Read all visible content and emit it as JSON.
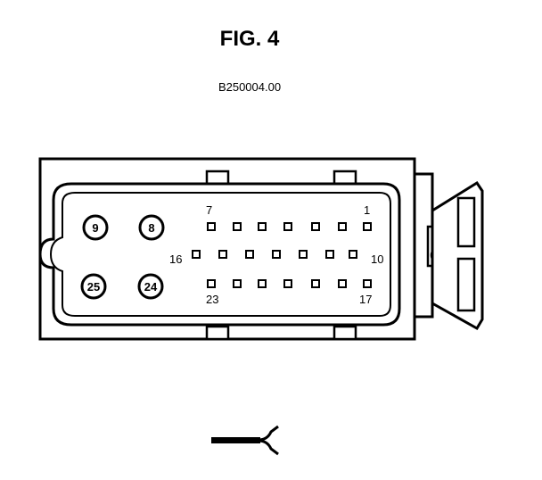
{
  "figure": {
    "title": "FIG. 4",
    "code": "B250004.00"
  },
  "connector": {
    "large_pins": [
      "9",
      "8",
      "25",
      "24"
    ],
    "row_labels": {
      "top_left": "7",
      "top_right": "1",
      "middle_left": "16",
      "middle_right": "10",
      "bottom_left": "23",
      "bottom_right": "17"
    }
  },
  "icons": {
    "wire_harness": "wire-harness-icon"
  }
}
